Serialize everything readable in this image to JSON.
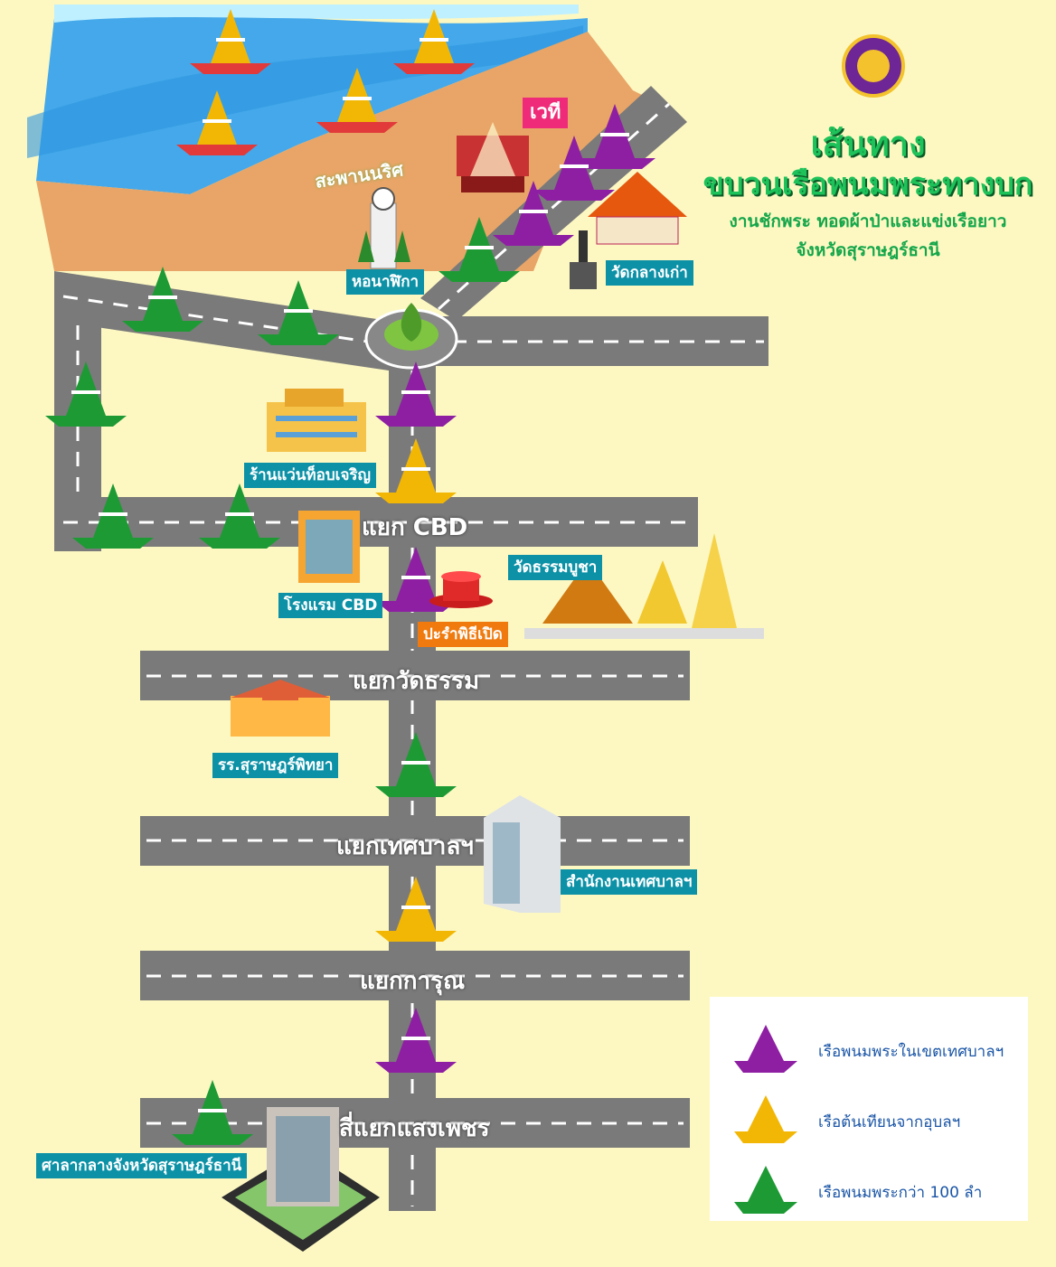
{
  "title": {
    "line1": "เส้นทาง",
    "line2": "ขบวนเรือพนมพระทางบก",
    "line3": "งานชักพระ ทอดผ้าป่าและแข่งเรือยาว",
    "line4": "จังหวัดสุราษฎร์ธานี"
  },
  "river": {
    "label": "สะพานนริศ"
  },
  "landmarks": {
    "stage": "เวที",
    "clock_tower": "หอนาฬิกา",
    "wat_klang": "วัดกลางเก่า",
    "glasses_shop": "ร้านแว่นท็อบเจริญ",
    "hotel": "โรงแรม CBD",
    "opening_pavilion": "ปะรำพิธีเปิด",
    "wat_thammabucha": "วัดธรรมบูชา",
    "school": "รร.สุราษฎร์พิทยา",
    "municipal_office": "สำนักงานเทศบาลฯ",
    "city_hall": "ศาลากลางจังหวัดสุราษฎร์ธานี"
  },
  "intersections": {
    "cbd": "แยก CBD",
    "wat_tham": "แยกวัดธรรม",
    "thesaban": "แยกเทศบาลฯ",
    "karun": "แยกการุณ",
    "saengphet": "สี่แยกแสงเพชร"
  },
  "legend": [
    {
      "label": "เรือพนมพระในเขตเทศบาลฯ",
      "color": "#8e1fa3"
    },
    {
      "label": "เรือต้นเทียนจากอุบลฯ",
      "color": "#f2b705"
    },
    {
      "label": "เรือพนมพระกว่า 100 ลำ",
      "color": "#1e9a35"
    }
  ],
  "colors": {
    "road": "#7a7a7a",
    "land": "#e9a66a",
    "water": "#3aa5e8",
    "background": "#fdf8c2"
  }
}
